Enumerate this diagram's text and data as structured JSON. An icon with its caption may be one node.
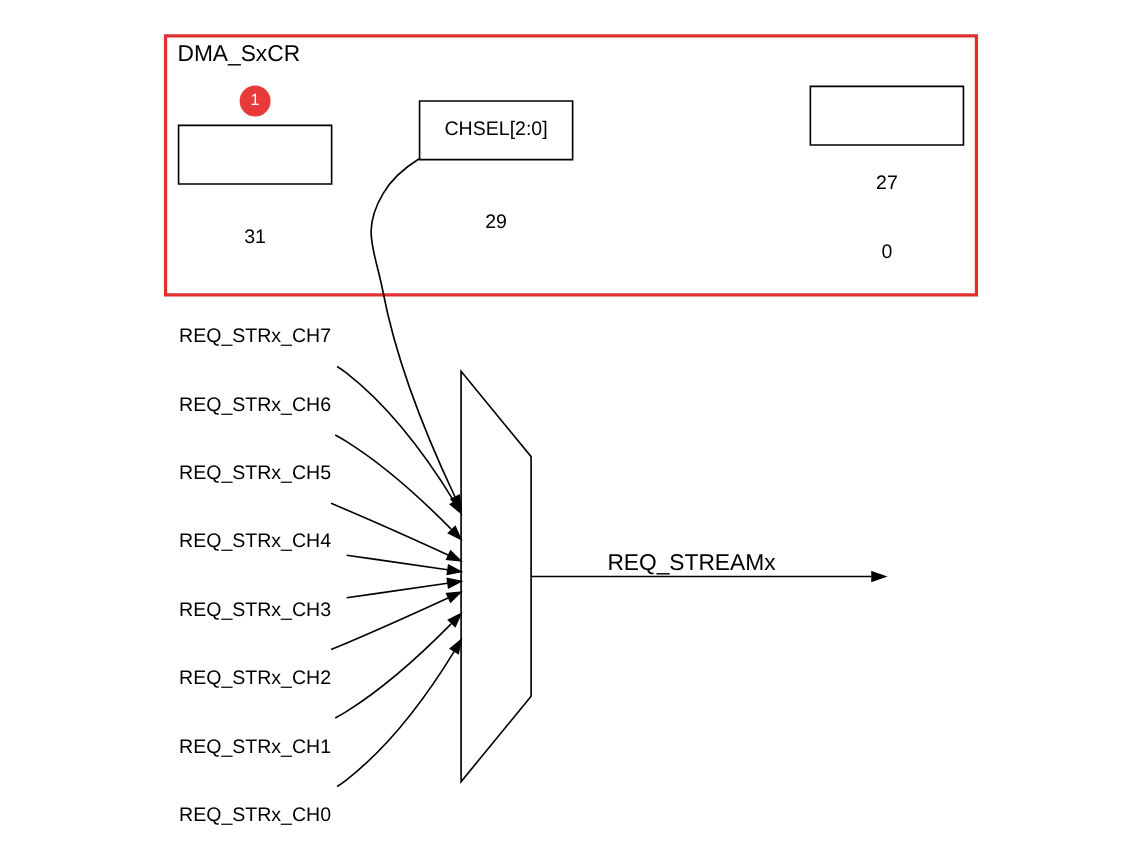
{
  "diagram": {
    "nodes": [
      {
        "text": [
          "REQ_STRx_CH7"
        ]
      },
      {
        "text": [
          "REQ_STRx_CH6"
        ]
      },
      {
        "text": [
          "REQ_STRx_CH5"
        ]
      },
      {
        "text": [
          "REQ_STRx_CH4"
        ]
      },
      {
        "text": [
          "REQ_STRx_CH3"
        ]
      },
      {
        "text": [
          "REQ_STRx_CH2"
        ]
      },
      {
        "text": [
          "REQ_STRx_CH1"
        ]
      },
      {
        "text": [
          "REQ_STRx_CH0"
        ]
      },
      {
        "text": [],
        "shape": "trapezoid"
      },
      {
        "text": [
          "DMA_SxCR"
        ]
      },
      {
        "text": [
          "1"
        ],
        "in": 9
      },
      {
        "text": [],
        "shape": "box",
        "in": 9
      },
      {
        "text": [
          "CHSEL[2:0]"
        ],
        "in": 9
      },
      {
        "text": [],
        "shape": "box",
        "in": 9
      }
    ],
    "edges": [
      {
        "from": 0,
        "to": 8,
        "arrow": "to"
      },
      {
        "from": 1,
        "to": 8,
        "arrow": "to"
      },
      {
        "from": 2,
        "to": 8,
        "arrow": "to"
      },
      {
        "from": 3,
        "to": 8,
        "arrow": "to"
      },
      {
        "from": 4,
        "to": 8,
        "arrow": "to"
      },
      {
        "from": 5,
        "to": 8,
        "arrow": "to"
      },
      {
        "from": 6,
        "to": 8,
        "arrow": "to"
      },
      {
        "from": 7,
        "to": 8,
        "arrow": "to"
      },
      {
        "from": 8,
        "to": null,
        "arrow": "to",
        "label": "REQ_STREAMx"
      },
      {
        "from": 12,
        "to": 8,
        "arrow": "to"
      }
    ],
    "labels": [
      "31",
      "29",
      "27",
      "0"
    ]
  }
}
